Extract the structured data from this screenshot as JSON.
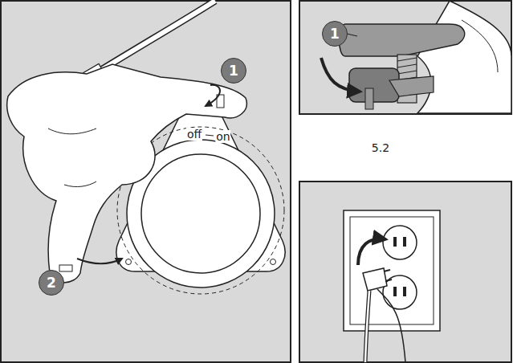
{
  "diagram": {
    "labels": [
      "1",
      "off",
      "on",
      "2",
      "1",
      "5.2"
    ]
  }
}
